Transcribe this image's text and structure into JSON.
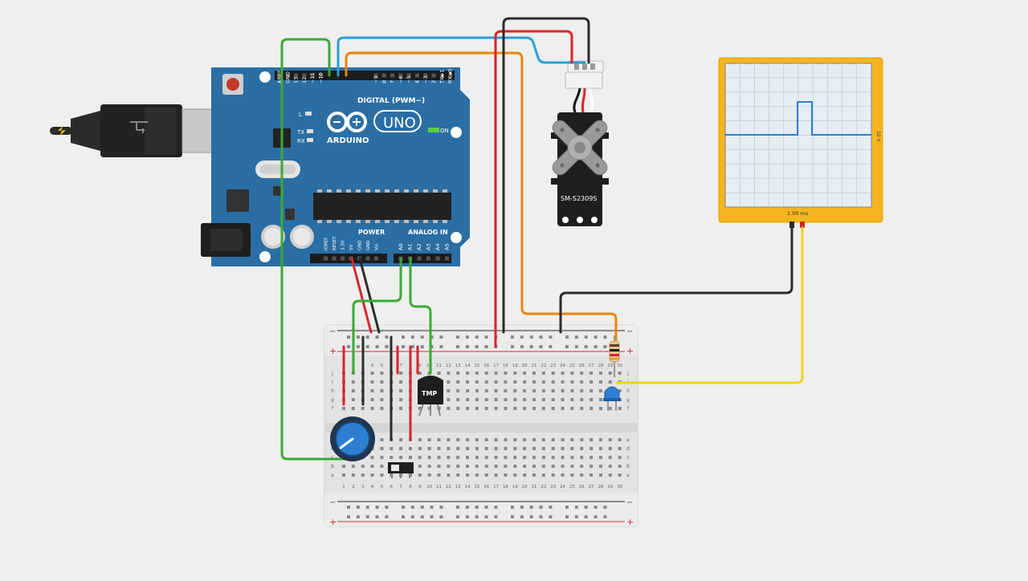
{
  "arduino": {
    "brand": "ARDUINO",
    "model": "UNO",
    "digital_header": "DIGITAL (PWM~)",
    "digital_pins": [
      "AREF",
      "GND",
      "13",
      "12",
      "~11",
      "~10",
      "~9",
      "8",
      "7",
      "~6",
      "~5",
      "4",
      "~3",
      "2",
      "TX►1",
      "RX◄0"
    ],
    "power_header": "POWER",
    "power_pins": [
      "IOREF",
      "RESET",
      "3.3V",
      "5V",
      "GND",
      "GND",
      "Vin"
    ],
    "analog_header": "ANALOG IN",
    "analog_pins": [
      "A0",
      "A1",
      "A2",
      "A3",
      "A4",
      "A5"
    ],
    "led_l": "L",
    "led_tx": "TX",
    "led_rx": "RX",
    "on_label": "ON"
  },
  "servo": {
    "label": "SM-S2309S"
  },
  "sensor": {
    "label": "TMP"
  },
  "oscilloscope": {
    "time_label": "1.00 ms",
    "volt_label": "10 V"
  },
  "breadboard": {
    "columns": [
      "1",
      "2",
      "3",
      "4",
      "5",
      "6",
      "7",
      "8",
      "9",
      "10",
      "11",
      "12",
      "13",
      "14",
      "15",
      "16",
      "17",
      "18",
      "19",
      "20",
      "21",
      "22",
      "23",
      "24",
      "25",
      "26",
      "27",
      "28",
      "29",
      "30"
    ],
    "rows_top": [
      "j",
      "i",
      "h",
      "g",
      "f"
    ],
    "rows_bottom": [
      "e",
      "d",
      "c",
      "b",
      "a"
    ],
    "plus": "+",
    "minus": "−"
  },
  "colors": {
    "board": "#2a6ea4",
    "wire_green": "#3aaa35",
    "wire_blue": "#2a9fd6",
    "wire_orange": "#e8860c",
    "wire_red": "#d9252a",
    "wire_black": "#2b2b2b",
    "wire_yellow": "#f0d020",
    "scope_frame": "#f4b51e",
    "trace": "#2a7fd6"
  }
}
